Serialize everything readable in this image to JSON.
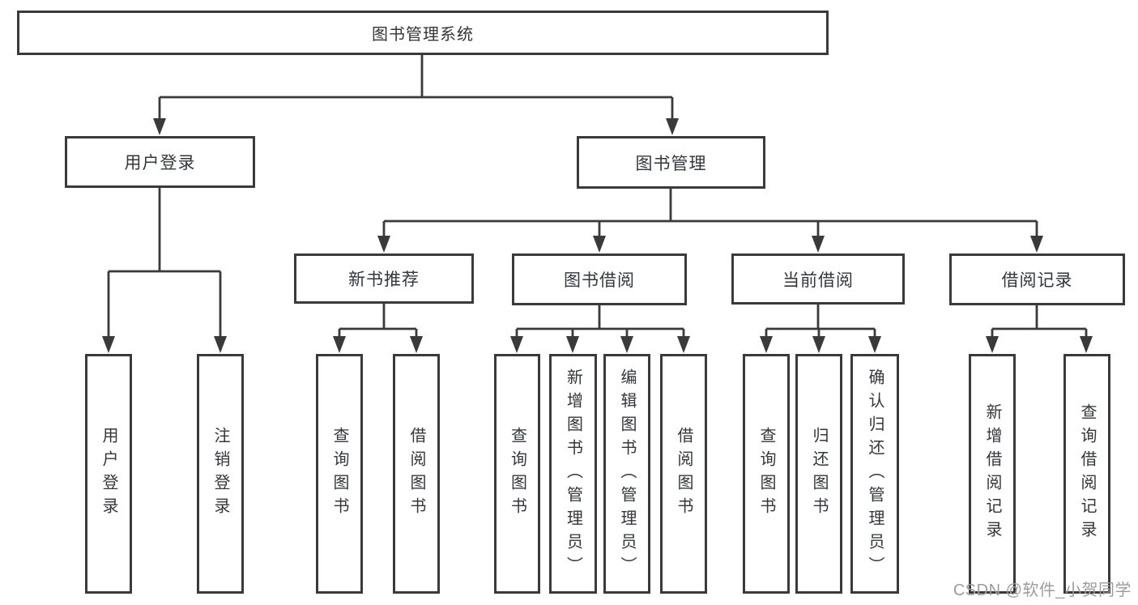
{
  "colors": {
    "line": "#3a3a3a",
    "box_border": "#3a3a3a",
    "text": "#33363b",
    "watermark": "#9c9c9c",
    "background": "#ffffff"
  },
  "watermark": "CSDN @软件_小贺同学",
  "tree": {
    "root": "图书管理系统",
    "children": [
      {
        "label": "用户登录",
        "leaves": [
          "用户登录",
          "注销登录"
        ]
      },
      {
        "label": "图书管理",
        "children": [
          {
            "label": "新书推荐",
            "leaves": [
              "查询图书",
              "借阅图书"
            ]
          },
          {
            "label": "图书借阅",
            "leaves": [
              "查询图书",
              "新增图书（管理员）",
              "编辑图书（管理员）",
              "借阅图书"
            ]
          },
          {
            "label": "当前借阅",
            "leaves": [
              "查询图书",
              "归还图书",
              "确认归还（管理员）"
            ]
          },
          {
            "label": "借阅记录",
            "leaves": [
              "新增借阅记录",
              "查询借阅记录"
            ]
          }
        ]
      }
    ]
  }
}
